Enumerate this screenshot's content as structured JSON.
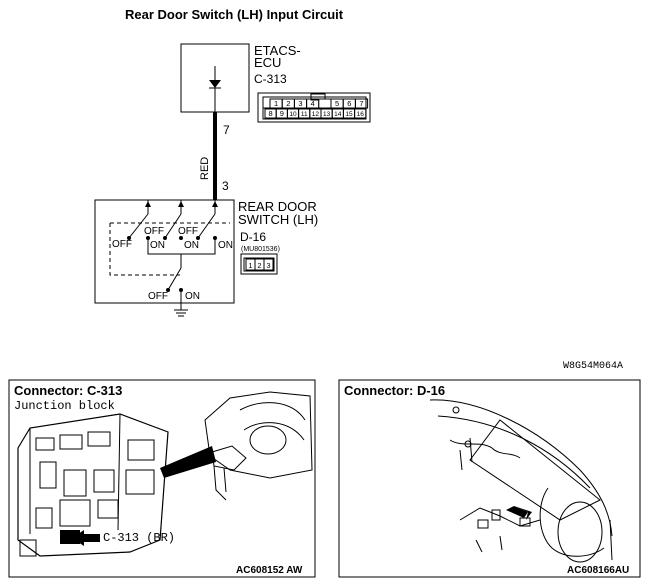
{
  "title": "Rear Door Switch (LH) Input Circuit",
  "ecu": {
    "label_line1": "ETACS-",
    "label_line2": "ECU",
    "connector": "C-313",
    "pins_top": [
      "1",
      "2",
      "3",
      "4",
      "",
      "5",
      "6",
      "7"
    ],
    "pins_bottom": [
      "8",
      "9",
      "10",
      "11",
      "12",
      "13",
      "14",
      "15",
      "16"
    ],
    "pin_wire": "7"
  },
  "wire": {
    "color_label": "RED"
  },
  "switch": {
    "pin_wire": "3",
    "label_line1": "REAR DOOR",
    "label_line2": "SWITCH (LH)",
    "connector": "D-16",
    "part_number": "(MU801536)",
    "pins": [
      "1",
      "2",
      "3"
    ],
    "state_labels": {
      "off_left": "OFF",
      "off_1": "OFF",
      "off_2": "OFF",
      "on_1": "ON",
      "on_2": "ON",
      "on_3": "ON",
      "off_bottom": "OFF",
      "on_bottom": "ON"
    }
  },
  "diagram_code": "W8G54M064A",
  "panels": [
    {
      "title": "Connector: C-313",
      "subtitle": "Junction block",
      "callout": "C-313 (BR)",
      "code": "AC608152 AW"
    },
    {
      "title": "Connector: D-16",
      "code": "AC608166AU"
    }
  ]
}
